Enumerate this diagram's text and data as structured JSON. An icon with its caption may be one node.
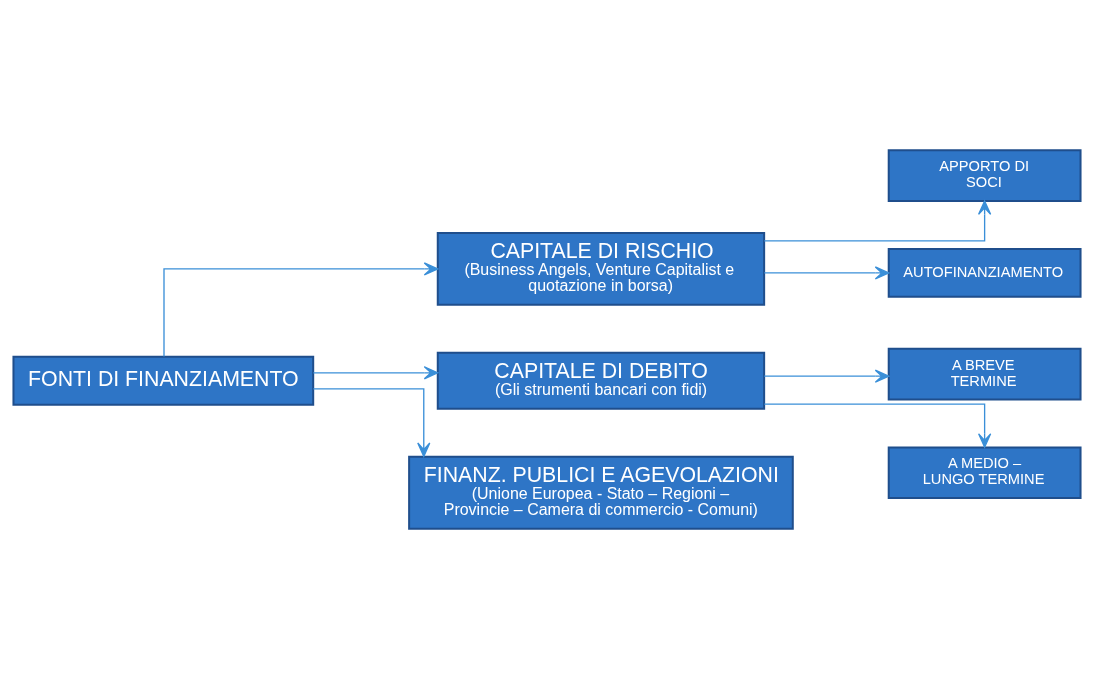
{
  "diagram": {
    "nodes": [
      {
        "text": [
          "FONTI DI FINANZIAMENTO"
        ]
      },
      {
        "text": [
          "CAPITALE DI RISCHIO",
          "(Business Angels, Venture Capitalist e quotazione in borsa)"
        ]
      },
      {
        "text": [
          "CAPITALE DI DEBITO",
          "(Gli strumenti bancari con fidi)"
        ]
      },
      {
        "text": [
          "FINANZ. PUBLICI E AGEVOLAZIONI",
          "(Unione Europea - Stato – Regioni – Provincie – Camera di commercio - Comuni)"
        ]
      },
      {
        "text": [
          "APPORTO DI SOCI"
        ]
      },
      {
        "text": [
          "AUTOFINANZIAMENTO"
        ]
      },
      {
        "text": [
          "A BREVE TERMINE"
        ]
      },
      {
        "text": [
          "A MEDIO – LUNGO TERMINE"
        ]
      }
    ],
    "edges": [
      {
        "from": 0,
        "to": 1,
        "arrow": "to"
      },
      {
        "from": 0,
        "to": 2,
        "arrow": "to"
      },
      {
        "from": 0,
        "to": 3,
        "arrow": "to"
      },
      {
        "from": 1,
        "to": 4,
        "arrow": "to"
      },
      {
        "from": 1,
        "to": 5,
        "arrow": "to"
      },
      {
        "from": 2,
        "to": 6,
        "arrow": "to"
      },
      {
        "from": 2,
        "to": 7,
        "arrow": "to"
      }
    ]
  }
}
